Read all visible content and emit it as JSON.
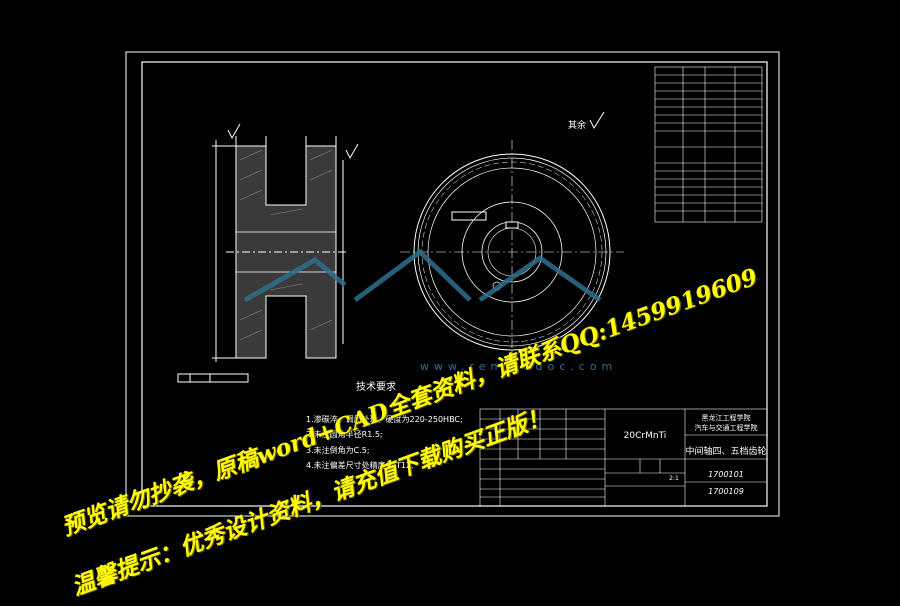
{
  "drawing": {
    "roughness_symbol": "其余",
    "tech_requirements": {
      "title": "技术要求",
      "items": [
        "1.渗碳淬，调质处理，硬度为220-250HBC;",
        "2.未注圆角半径R1.5;",
        "3.未注倒角为C.5;",
        "4.未注偏差尺寸处精度为IT12."
      ]
    },
    "title_block": {
      "material": "20CrMnTi",
      "school_line1": "黑龙江工程学院",
      "school_line2": "汽车与交通工程学院",
      "part_name": "中间轴四、五档齿轮",
      "scale": "2:1",
      "drawing_no1": "1700101",
      "drawing_no2": "1700109"
    },
    "website": "www.renrendoc.com"
  },
  "watermark": {
    "line1": "预览请勿抄袭，原稿word+CAD全套资料，请联系QQ:1459919609",
    "line2": "温馨提示：优秀设计资料，请充值下载购买正版！"
  }
}
